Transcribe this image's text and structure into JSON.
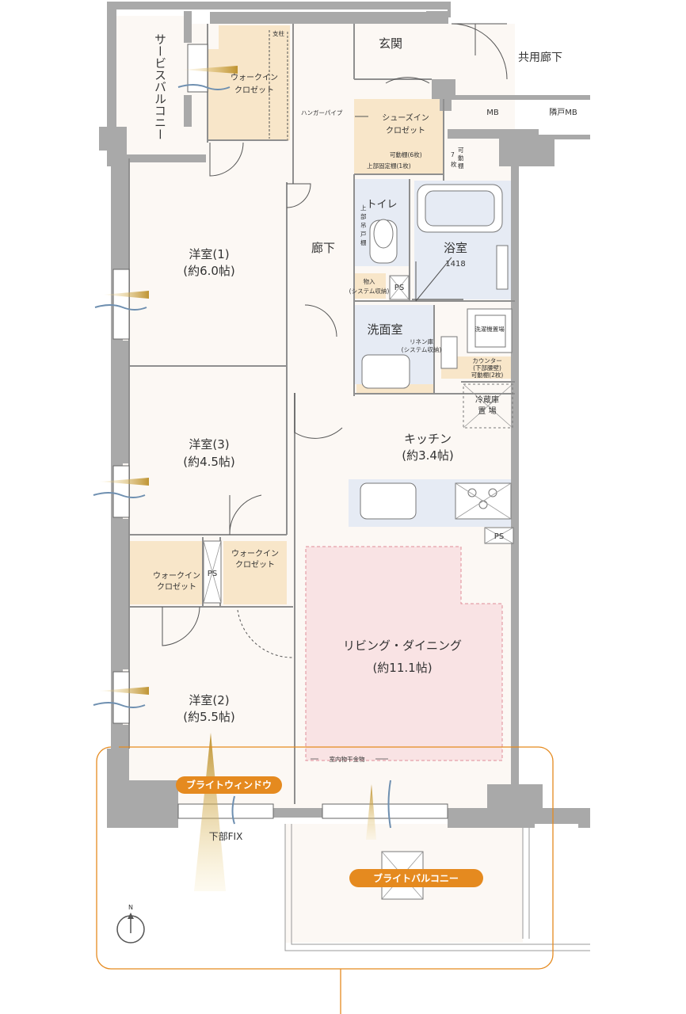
{
  "rooms": {
    "service_balcony": "サービスバルコニー",
    "walkin_closet_top": [
      "ウォークイン",
      "クロゼット"
    ],
    "shichu": "支柱",
    "entrance": "玄関",
    "common_corridor": "共用廊下",
    "mb": "MB",
    "neighbor_mb": "隣戸MB",
    "hanger_pipe": "ハンガーパイプ",
    "shoes_in_closet": [
      "シューズイン",
      "クロゼット"
    ],
    "movable_shelf_6": "可動棚(6枚)",
    "upper_fixed_shelf": "上部固定棚(1枚)",
    "movable_shelf_7": [
      "可",
      "動",
      "棚",
      "7",
      "枚"
    ],
    "toilet": "トイレ",
    "upper_cabinet": [
      "上",
      "部",
      "吊",
      "戸",
      "棚"
    ],
    "corridor": "廊下",
    "bathroom": "浴室",
    "bath_size": "1418",
    "storage": "物入",
    "storage_note": "(システム収納)",
    "ps": "PS",
    "washroom": "洗面室",
    "washer_space": "洗濯機置場",
    "linen": "リネン庫",
    "linen_note": "(システム収納)",
    "counter": [
      "カウンター",
      "(下部腰壁)",
      "可動棚(2枚)"
    ],
    "fridge": [
      "冷蔵庫",
      "置 場"
    ],
    "room1": [
      "洋室(1)",
      "(約6.0帖)"
    ],
    "room3": [
      "洋室(3)",
      "(約4.5帖)"
    ],
    "kitchen": [
      "キッチン",
      "(約3.4帖)"
    ],
    "walkin_closet_left": [
      "ウォークイン",
      "クロゼット"
    ],
    "walkin_closet_right": [
      "ウォークイン",
      "クロゼット"
    ],
    "living": [
      "リビング・ダイニング",
      "(約11.1帖)"
    ],
    "room2": [
      "洋室(2)",
      "(約5.5帖)"
    ],
    "indoor_drying": "室内物干金物",
    "lower_fix": "下部FIX"
  },
  "badges": {
    "bright_window": "ブライトウィンドウ",
    "bright_balcony": "ブライトバルコニー"
  },
  "compass": {
    "north": "N"
  },
  "colors": {
    "wall": "#a9a9a9",
    "floor": "#fcf8f4",
    "closet": "#f8e6c9",
    "wet_area": "#e6ebf4",
    "living_area": "#f9e3e4",
    "accent_orange": "#e58a1f",
    "air_blue": "#6e8fb0"
  }
}
